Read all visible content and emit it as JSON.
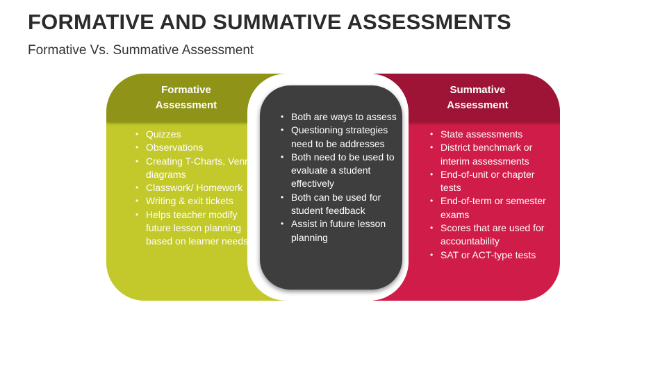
{
  "title": "FORMATIVE AND SUMMATIVE ASSESSMENTS",
  "subtitle": "Formative Vs. Summative Assessment",
  "colors": {
    "formative_header": "#8f9418",
    "formative_body": "#c3c92a",
    "summative_header": "#9e1436",
    "summative_body": "#cf1c48",
    "center_box": "#3e3e3e"
  },
  "formative": {
    "heading_line1": "Formative",
    "heading_line2": "Assessment",
    "items": [
      "Quizzes",
      "Observations",
      "Creating T-Charts, Venn diagrams",
      "Classwork/ Homework",
      "Writing & exit tickets",
      "Helps teacher modify future lesson planning based on learner needs"
    ]
  },
  "common": {
    "items": [
      "Both are ways to assess",
      "Questioning strategies need to be addresses",
      "Both need to be used to evaluate a student effectively",
      "Both can be used for student feedback",
      "Assist in future lesson planning"
    ]
  },
  "summative": {
    "heading_line1": "Summative",
    "heading_line2": "Assessment",
    "items": [
      "State assessments",
      "District benchmark or interim assessments",
      "End-of-unit or chapter tests",
      "End-of-term or semester exams",
      "Scores that are used for accountability",
      "SAT or ACT-type tests"
    ]
  }
}
